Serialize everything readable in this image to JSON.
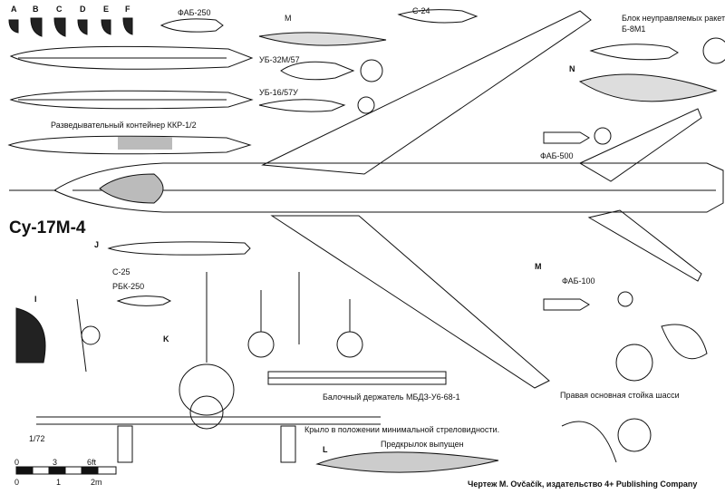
{
  "title": "Су-17М-4",
  "scale": "1/72",
  "scale_bar": {
    "ft": [
      "0",
      "3",
      "6ft"
    ],
    "m": [
      "0",
      "1",
      "2m"
    ]
  },
  "labels": {
    "fab250": "ФАБ-250",
    "m_top": "M",
    "s24": "С-24",
    "block_line1": "Блок неуправляемых ракет",
    "block_line2": "Б-8М1",
    "ub32": "УБ-32М/57",
    "ub16": "УБ-16/57У",
    "recon": "Разведывательный контейнер ККР-1/2",
    "fab500": "ФАБ-500",
    "s25": "С-25",
    "rbk250": "РБК-250",
    "fab100": "ФАБ-100",
    "beam": "Балочный держатель МБДЗ-У6-68-1",
    "gear": "Правая основная стойка шасси",
    "wing": "Крыло в положении минимальной стреловидности.",
    "slat": "Предкрылок выпущен",
    "credit": "Чертеж M. Ovčačík, издательство 4+ Publishing Company"
  },
  "sections": [
    "A",
    "B",
    "C",
    "D",
    "E",
    "F",
    "I",
    "J",
    "K",
    "L",
    "M",
    "N"
  ]
}
